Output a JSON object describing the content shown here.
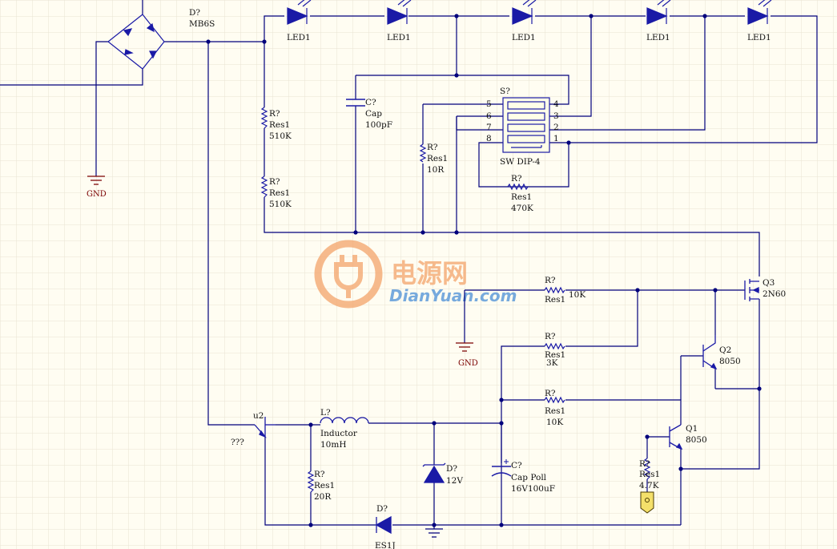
{
  "colors": {
    "background": "#fffdf2",
    "grid": "#e9e4d3",
    "wire": "#00007c",
    "component": "#1a1aa6",
    "junction": "#00007c",
    "ground_label": "#7a0000",
    "text": "#111111",
    "watermark_orange": "#f4a46a",
    "watermark_blue": "#4a8fd6"
  },
  "components": {
    "bridge": {
      "ref": "D?",
      "value": "MB6S"
    },
    "leds": [
      "LED1",
      "LED1",
      "LED1",
      "LED1",
      "LED1"
    ],
    "r_top1": {
      "ref": "R?",
      "type": "Res1",
      "value": "510K"
    },
    "r_top2": {
      "ref": "R?",
      "type": "Res1",
      "value": "510K"
    },
    "cap_top": {
      "ref": "C?",
      "type": "Cap",
      "value": "100pF"
    },
    "r_10r": {
      "ref": "R?",
      "type": "Res1",
      "value": "10R"
    },
    "dip": {
      "ref": "S?",
      "type": "SW DIP-4",
      "pins_left": [
        "5",
        "6",
        "7",
        "8"
      ],
      "pins_right": [
        "4",
        "3",
        "2",
        "1"
      ]
    },
    "r_470k": {
      "ref": "R?",
      "type": "Res1",
      "value": "470K"
    },
    "gnd_left": "GND",
    "q3": {
      "ref": "Q3",
      "value": "2N60"
    },
    "r_10k_a": {
      "ref": "R?",
      "type": "Res1",
      "value": "10K"
    },
    "gnd_mid": "GND",
    "r_3k": {
      "ref": "R?",
      "type": "Res1",
      "value": "3K"
    },
    "q2": {
      "ref": "Q2",
      "value": "8050"
    },
    "r_10k_b": {
      "ref": "R?",
      "type": "Res1",
      "value": "10K"
    },
    "q1": {
      "ref": "Q1",
      "value": "8050"
    },
    "r_4k7": {
      "ref": "R?",
      "type": "Res1",
      "value": "4.7K"
    },
    "u2": {
      "ref": "u2",
      "value": "???"
    },
    "inductor": {
      "ref": "L?",
      "type": "Inductor",
      "value": "10mH"
    },
    "r_20r": {
      "ref": "R?",
      "type": "Res1",
      "value": "20R"
    },
    "zener": {
      "ref": "D?",
      "value": "12V"
    },
    "cap_poll": {
      "ref": "C?",
      "type": "Cap Poll",
      "value": "16V100uF"
    },
    "es1j": {
      "ref": "D?",
      "value": "ES1J"
    }
  },
  "watermark": {
    "cn": "电源网",
    "en": "DianYuan.com"
  }
}
